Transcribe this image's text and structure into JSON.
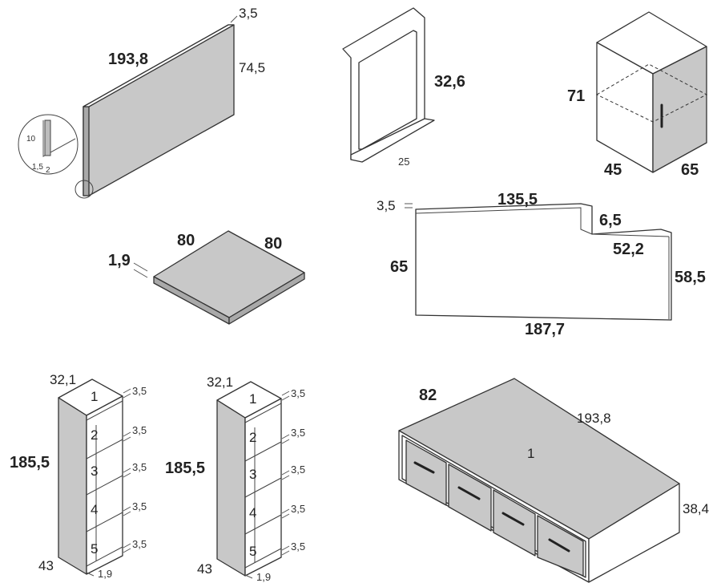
{
  "panel": {
    "width": "193,8",
    "height": "74,5",
    "depth": "3,5",
    "detail_a": "10",
    "detail_b": "1,5",
    "detail_c": "2"
  },
  "frame": {
    "height": "32,6",
    "width": "25"
  },
  "cabinet": {
    "height": "71",
    "depth": "45",
    "width": "65"
  },
  "topboard": {
    "top_width": "135,5",
    "step_depth": "6,5",
    "step_width": "52,2",
    "left_height": "65",
    "right_height": "58,5",
    "bottom_width": "187,7",
    "thickness": "3,5"
  },
  "square": {
    "width": "80",
    "depth": "80",
    "thickness": "1,9"
  },
  "shelf_left": {
    "depth": "32,1",
    "height": "185,5",
    "width": "43",
    "thickness": "1,9",
    "shelf_thickness": [
      "3,5",
      "3,5",
      "3,5",
      "3,5",
      "3,5"
    ],
    "compartments": [
      "1",
      "2",
      "3",
      "4",
      "5"
    ]
  },
  "shelf_right": {
    "depth": "32,1",
    "height": "185,5",
    "width": "43",
    "thickness": "1,9",
    "shelf_thickness": [
      "3,5",
      "3,5",
      "3,5",
      "3,5",
      "3,5"
    ],
    "compartments": [
      "1",
      "2",
      "3",
      "4",
      "5"
    ]
  },
  "bed": {
    "width": "82",
    "length": "193,8",
    "height": "38,4",
    "label": "1"
  }
}
